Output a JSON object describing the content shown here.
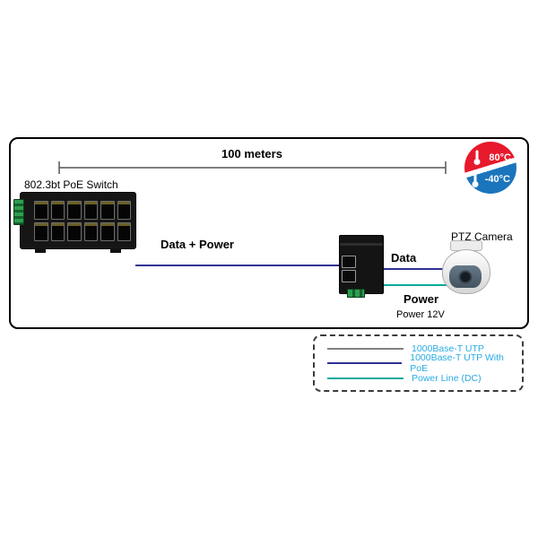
{
  "colors": {
    "measure_line": "#555555",
    "utp_line": "#808080",
    "poe_line": "#2E3192",
    "data_line": "#2E3192",
    "power_line": "#00A99D",
    "legend_text": "#29ABE2",
    "badge_hot": "#E8192C",
    "badge_cold": "#1B75BC",
    "terminal_green": "#2E9E4F"
  },
  "diagram": {
    "distance_label": "100 meters",
    "switch_label": "802.3bt PoE Switch",
    "data_power_label": "Data  +  Power",
    "data_label": "Data",
    "power_label": "Power",
    "power_12v_label": "Power 12V",
    "camera_label": "PTZ Camera"
  },
  "badge": {
    "high_temp": "80°C",
    "low_temp": "-40°C"
  },
  "legend": {
    "items": [
      {
        "label": "1000Base-T UTP",
        "color": "#808080"
      },
      {
        "label": "1000Base-T UTP With PoE",
        "color": "#2E3192"
      },
      {
        "label": "Power Line (DC)",
        "color": "#00A99D"
      }
    ]
  }
}
